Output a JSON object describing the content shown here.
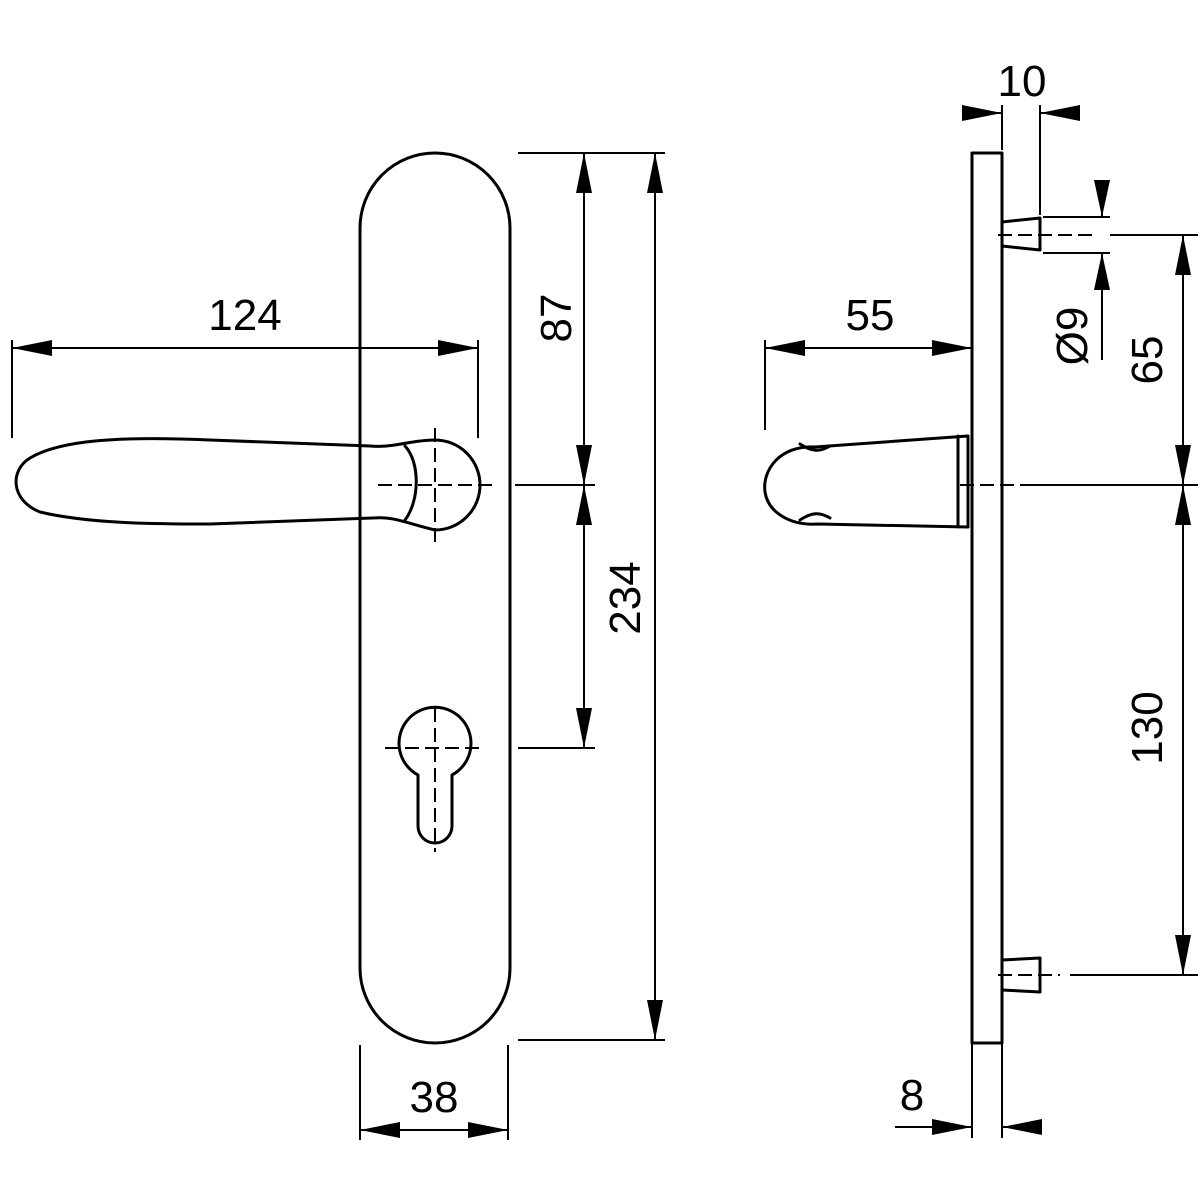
{
  "drawing": {
    "front_view": {
      "lever_projection": "124",
      "upper_height": "87",
      "total_height": "234",
      "plate_width": "38"
    },
    "side_view": {
      "lever_depth": "55",
      "pin_length": "10",
      "pin_diameter": "Ø9",
      "upper_pin_distance": "65",
      "lower_pin_distance": "130",
      "plate_thickness": "8"
    }
  }
}
